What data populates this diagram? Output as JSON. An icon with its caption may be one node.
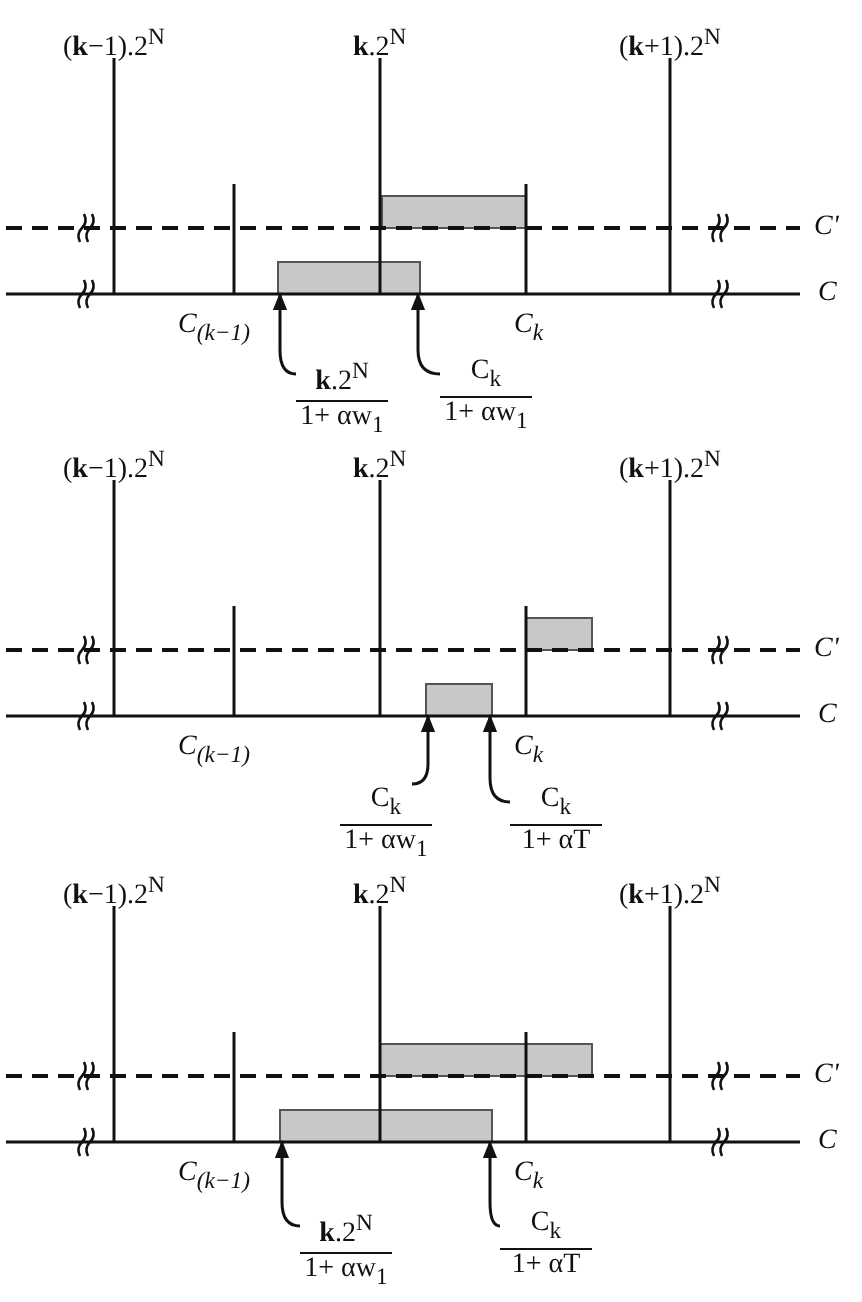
{
  "diagram": {
    "nodes": [
      {
        "text": [
          "**k**.2$^{N}$",
          "1+ αw$_{1}$"
        ]
      },
      {
        "text": [
          "C$_{k}$",
          "1+ αw$_{1}$"
        ]
      },
      {
        "text": [
          "C$_{k}$",
          "1+ αw$_{1}$"
        ]
      },
      {
        "text": [
          "C$_{k}$",
          "1+ αT"
        ]
      },
      {
        "text": [
          "**k**.2$^{N}$",
          "1+ αw$_{1}$"
        ]
      },
      {
        "text": [
          "C$_{k}$",
          "1+ αT"
        ]
      },
      {
        "text": [],
        "shape": "bar"
      },
      {
        "text": [],
        "shape": "bar"
      },
      {
        "text": [],
        "shape": "bar"
      },
      {
        "text": [],
        "shape": "bar"
      },
      {
        "text": [],
        "shape": "bar"
      },
      {
        "text": [],
        "shape": "bar"
      }
    ],
    "edges": [
      {
        "from": 0,
        "to": 7,
        "arrow": "to"
      },
      {
        "from": 1,
        "to": 7,
        "arrow": "to"
      },
      {
        "from": 2,
        "to": 9,
        "arrow": "to"
      },
      {
        "from": 3,
        "to": 9,
        "arrow": "to"
      },
      {
        "from": 4,
        "to": 11,
        "arrow": "to"
      },
      {
        "from": 5,
        "to": 11,
        "arrow": "to"
      }
    ],
    "labels": [
      "(**k**−1).2$^{N}$",
      "**k**.2$^{N}$",
      "(**k**+1).2$^{N}$",
      "C'",
      "C",
      "C$_{(k−1)}$",
      "C$_{k}$",
      "(**k**−1).2$^{N}$",
      "**k**.2$^{N}$",
      "(**k**+1).2$^{N}$",
      "C'",
      "C",
      "C$_{(k−1)}$",
      "C$_{k}$",
      "(**k**−1).2$^{N}$",
      "**k**.2$^{N}$",
      "(**k**+1).2$^{N}$",
      "C'",
      "C",
      "C$_{(k−1)}$",
      "C$_{k}$"
    ]
  }
}
